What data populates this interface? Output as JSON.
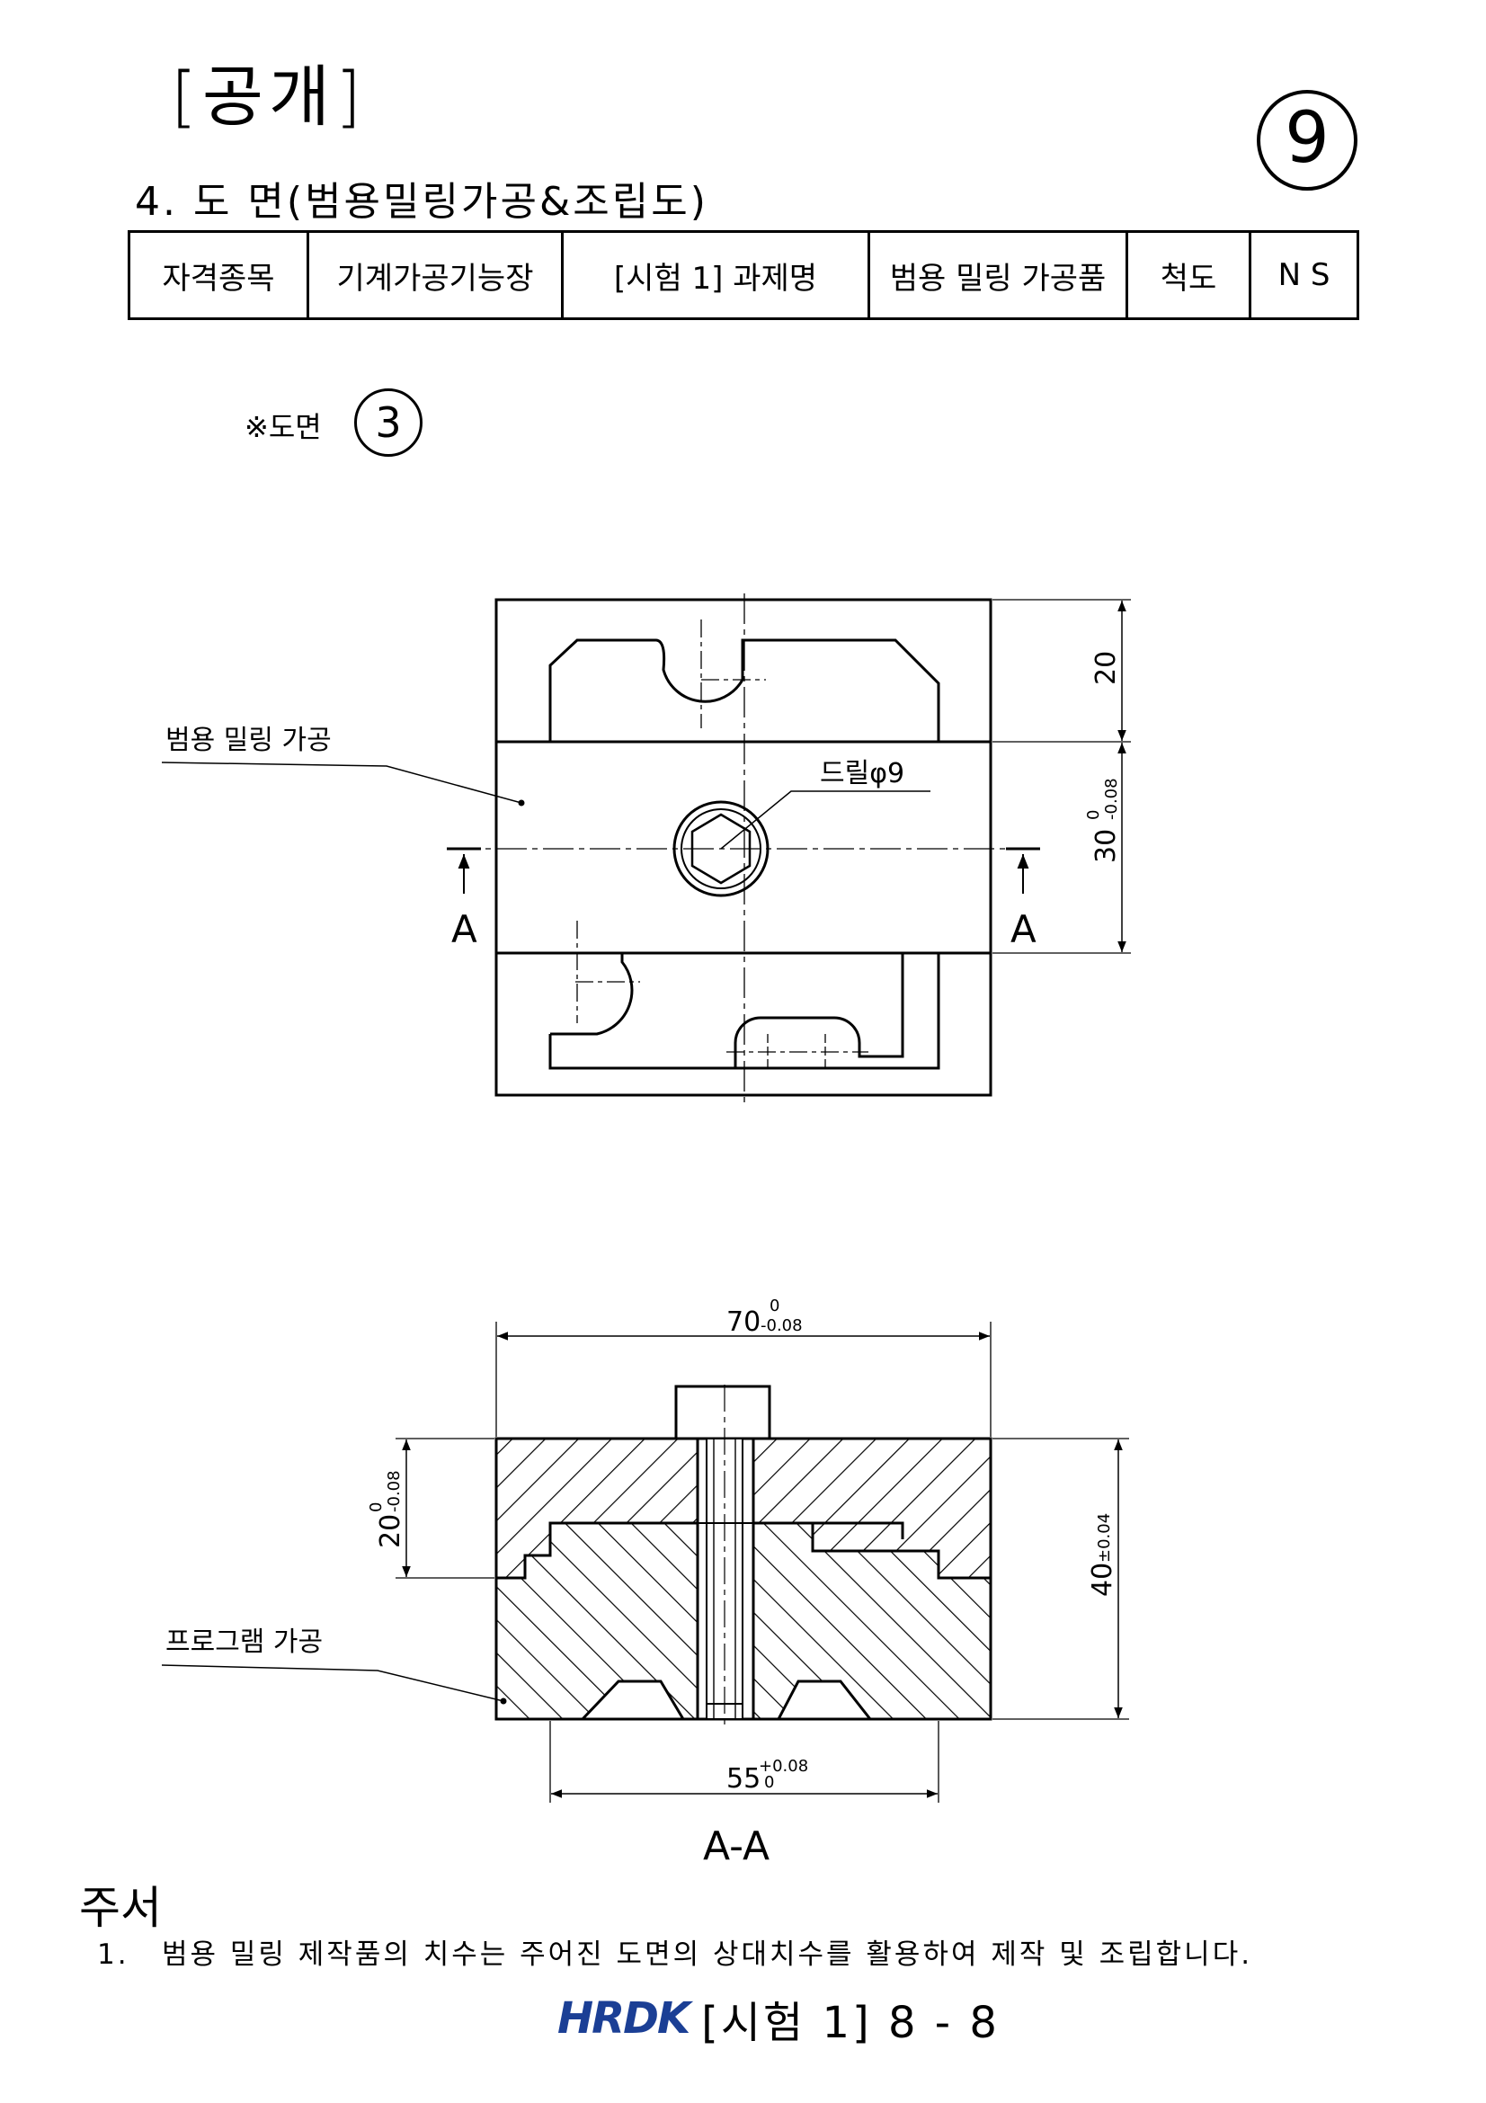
{
  "header": {
    "tag": "[공개]",
    "page_circle": "9",
    "section_title": "4. 도 면(범용밀링가공&조립도)"
  },
  "info_table": {
    "qualification_label": "자격종목",
    "qualification_value": "기계가공기능장",
    "task_label": "[시험 1] 과제명",
    "task_value": "범용 밀링 가공품",
    "scale_label": "척도",
    "scale_value": "N S"
  },
  "drawing_ref": {
    "label": "※도면",
    "number": "3"
  },
  "top_view": {
    "leader_label": "범용 밀링 가공",
    "drill_label": "드릴φ9",
    "dim_20": "20",
    "dim_30": "30",
    "dim_30_tol_upper": "0",
    "dim_30_tol_lower": "-0.08",
    "section_marker": "A"
  },
  "section_view": {
    "title": "A-A",
    "leader_label": "프로그램 가공",
    "dim_70": "70",
    "dim_70_tol_upper": "0",
    "dim_70_tol_lower": "-0.08",
    "dim_20": "20",
    "dim_20_tol_upper": "0",
    "dim_20_tol_lower": "-0.08",
    "dim_40": "40",
    "dim_40_tol": "±0.04",
    "dim_55": "55",
    "dim_55_tol_upper": "+0.08",
    "dim_55_tol_lower": "0"
  },
  "notes": {
    "title": "주서",
    "items": [
      {
        "num": "1.",
        "text": "범용 밀링 제작품의 치수는 주어진 도면의 상대치수를 활용하여 제작 및 조립합니다."
      }
    ]
  },
  "footer": {
    "logo": "HRDK",
    "text": "[시험 1] 8 - 8"
  }
}
